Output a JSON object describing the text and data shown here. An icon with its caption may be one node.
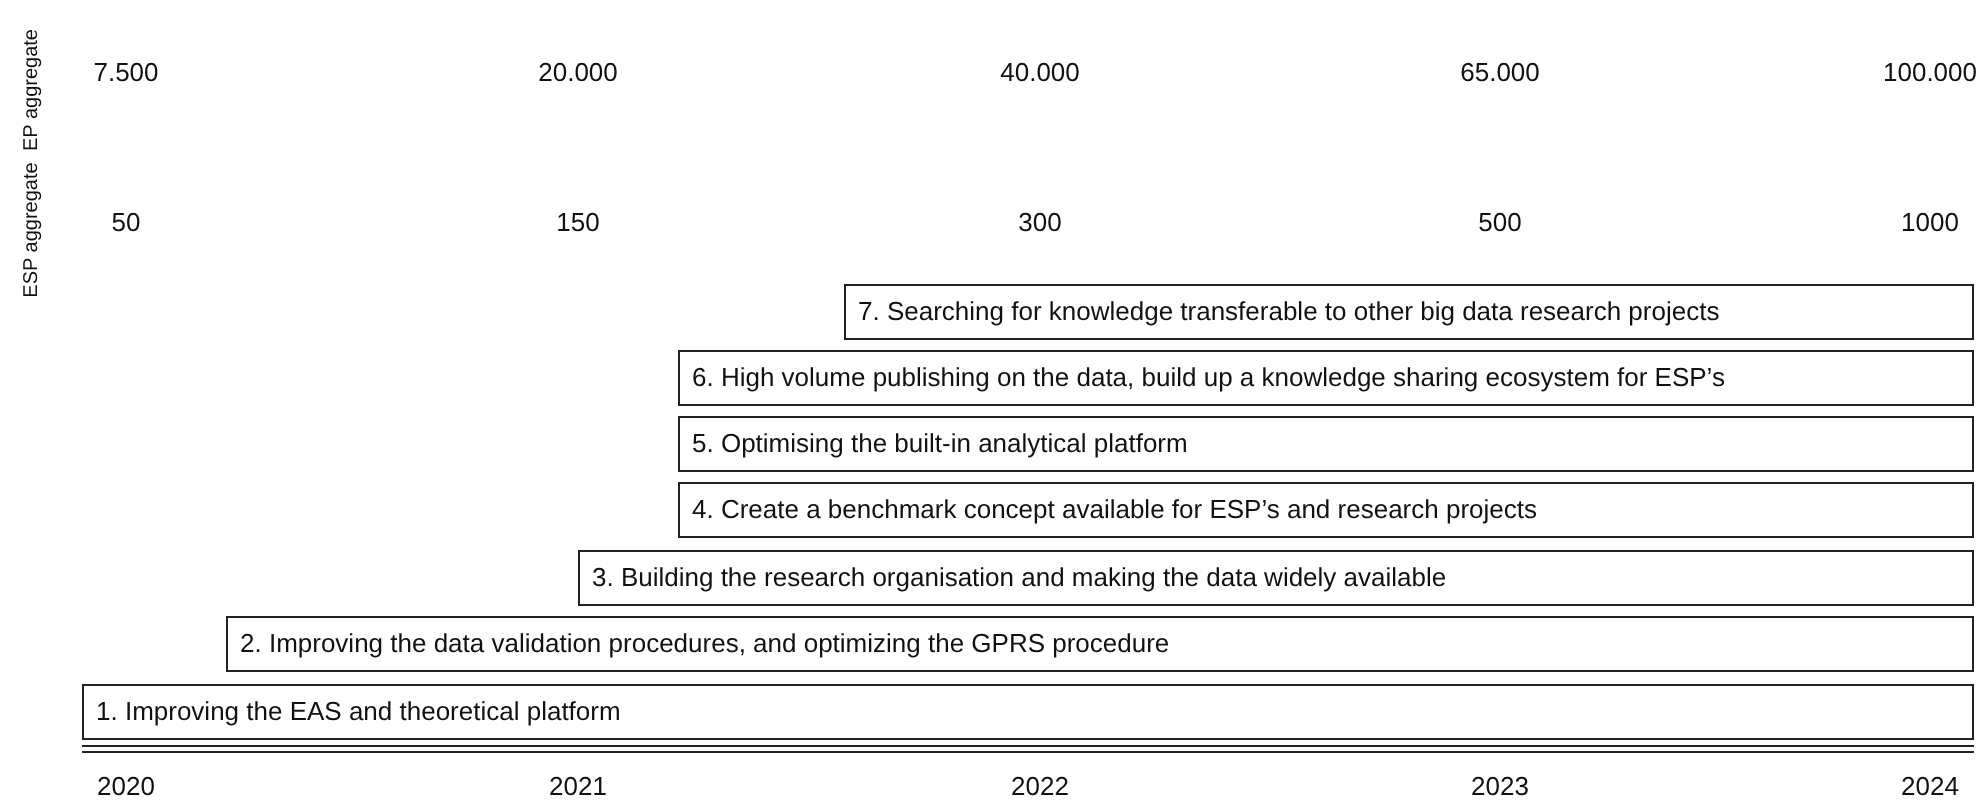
{
  "diagram": {
    "nodes": [
      {
        "text": [
          "7. Searching for knowledge transferable to other big data research projects"
        ]
      },
      {
        "text": [
          "6. High volume publishing on the data, build up a knowledge sharing ecosystem for ESP’s"
        ]
      },
      {
        "text": [
          "5. Optimising the built-in analytical platform"
        ]
      },
      {
        "text": [
          "4. Create a benchmark concept available for ESP’s and research projects"
        ]
      },
      {
        "text": [
          "3. Building the research organisation and making the data widely available"
        ]
      },
      {
        "text": [
          "2. Improving the data validation procedures, and optimizing the GPRS procedure"
        ]
      },
      {
        "text": [
          "1. Improving the EAS and theoretical platform"
        ]
      }
    ],
    "edges": [],
    "labels": [
      "EP aggregate",
      "7.500",
      "20.000",
      "40.000",
      "65.000",
      "100.000",
      "ESP aggregate",
      "50",
      "150",
      "300",
      "500",
      "1000",
      "2020",
      "2021",
      "2022",
      "2023",
      "2024"
    ]
  }
}
